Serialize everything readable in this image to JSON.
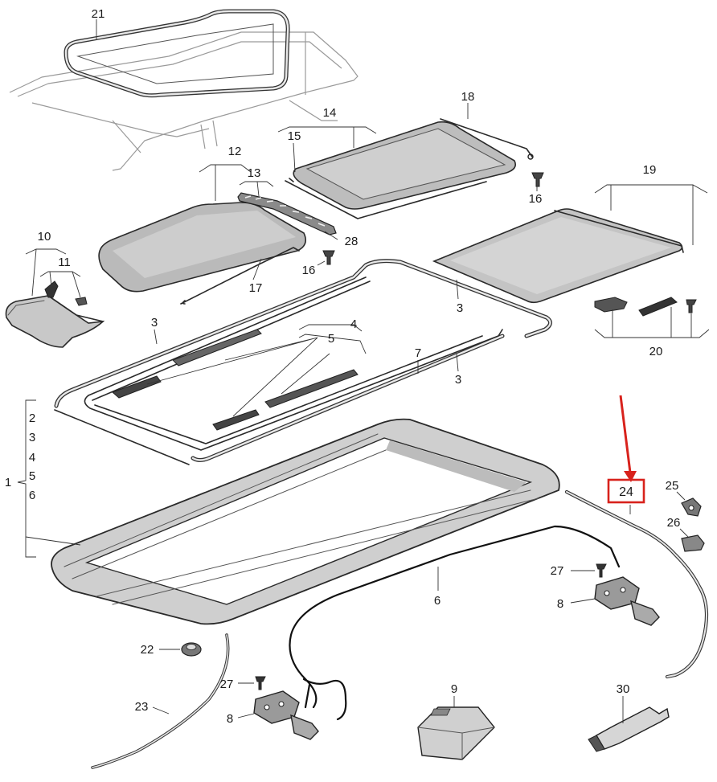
{
  "labels": {
    "p1": "1",
    "p2": "2",
    "p3": "3",
    "p4": "4",
    "p5": "5",
    "p6": "6",
    "p7": "7",
    "p8": "8",
    "p9": "9",
    "p10": "10",
    "p11": "11",
    "p12": "12",
    "p13": "13",
    "p14": "14",
    "p15": "15",
    "p16": "16",
    "p17": "17",
    "p18": "18",
    "p19": "19",
    "p20": "20",
    "p21": "21",
    "p22": "22",
    "p23": "23",
    "p24": "24",
    "p25": "25",
    "p26": "26",
    "p27": "27",
    "p28": "28",
    "p30": "30"
  },
  "highlight": {
    "part": "24",
    "color": "#d8221c"
  }
}
